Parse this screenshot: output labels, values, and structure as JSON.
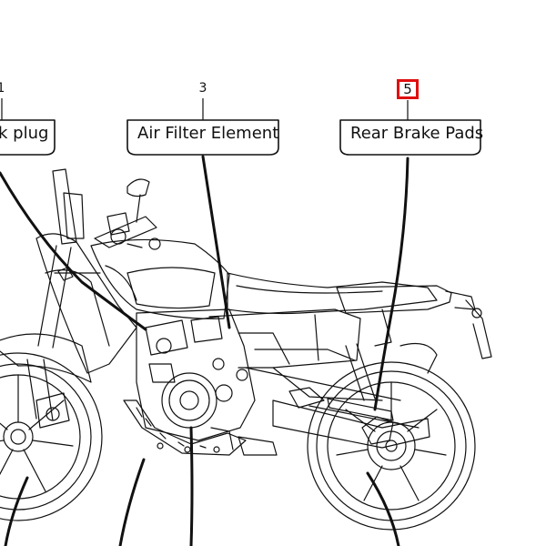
{
  "callouts": [
    {
      "number": "1",
      "label": "k plug",
      "highlighted": false
    },
    {
      "number": "3",
      "label": "Air Filter Element",
      "highlighted": false
    },
    {
      "number": "5",
      "label": "Rear Brake Pads",
      "highlighted": true
    }
  ],
  "colors": {
    "line": "#111111",
    "highlight": "#e01010",
    "background": "#ffffff"
  },
  "illustration": "motorcycle-line-drawing"
}
